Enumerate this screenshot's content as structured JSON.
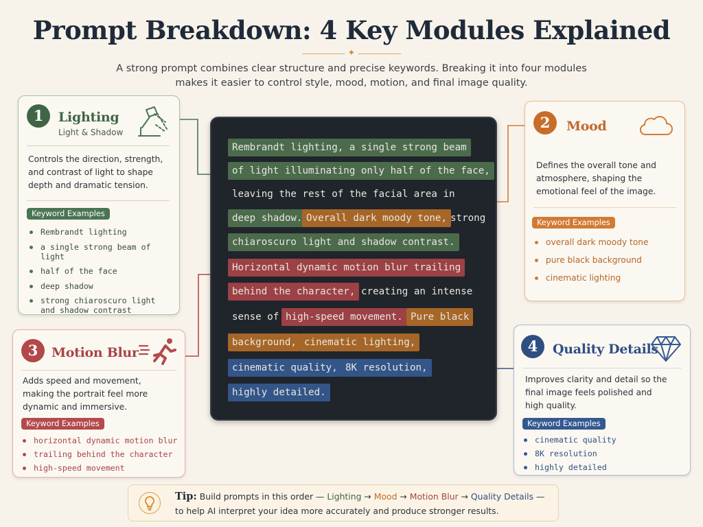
{
  "title": "Prompt Breakdown: 4 Key Modules Explained",
  "subtitle": "A strong prompt combines clear structure and precise keywords. Breaking it into four modules makes it easier to control style, mood, motion, and final image quality.",
  "modules": {
    "lighting": {
      "number": "1",
      "title": "Lighting",
      "subtitle": "Light & Shadow",
      "icon": "desk-lamp-icon",
      "color": "#3f6545",
      "description": "Controls the direction, strength, and contrast of light to shape depth and dramatic tension.",
      "badge": "Keyword Examples",
      "keywords": [
        "Rembrandt lighting",
        "a single strong beam of light",
        "half of the face",
        "deep shadow",
        "strong chiaroscuro light and shadow contrast"
      ]
    },
    "mood": {
      "number": "2",
      "title": "Mood",
      "icon": "cloud-icon",
      "color": "#c76d2a",
      "description": "Defines the overall tone and atmosphere, shaping the emotional feel of the image.",
      "badge": "Keyword Examples",
      "keywords": [
        "overall dark moody tone",
        "pure black background",
        "cinematic lighting"
      ]
    },
    "motion": {
      "number": "3",
      "title": "Motion Blur",
      "icon": "running-figure-icon",
      "color": "#b2484a",
      "description": "Adds speed and movement, making the portrait feel more dynamic and immersive.",
      "badge": "Keyword Examples",
      "keywords": [
        "horizontal dynamic motion blur",
        "trailing behind the character",
        "high-speed movement"
      ]
    },
    "quality": {
      "number": "4",
      "title": "Quality Details",
      "icon": "diamond-icon",
      "color": "#2f4f82",
      "description": "Improves clarity and detail so the final image feels polished and high quality.",
      "badge": "Keyword Examples",
      "keywords": [
        "cinematic quality",
        "8K resolution",
        "highly detailed"
      ]
    }
  },
  "prompt_segments": [
    {
      "text": "Rembrandt lighting, a single strong beam",
      "module": "lighting"
    },
    {
      "text": "of light illuminating only half of the face,",
      "module": "lighting"
    },
    {
      "text": "leaving the rest of the facial area in",
      "module": "plain"
    },
    {
      "text": "deep shadow.",
      "module": "lighting"
    },
    {
      "text": "Overall dark moody tone,",
      "module": "mood"
    },
    {
      "text": "strong",
      "module": "plain"
    },
    {
      "text": "chiaroscuro light and shadow contrast.",
      "module": "lighting"
    },
    {
      "text": "Horizontal dynamic motion blur trailing",
      "module": "motion"
    },
    {
      "text": "behind the character,",
      "module": "motion"
    },
    {
      "text": "creating an intense",
      "module": "plain"
    },
    {
      "text": "sense of",
      "module": "plain"
    },
    {
      "text": "high-speed movement.",
      "module": "motion"
    },
    {
      "text": "Pure black",
      "module": "mood"
    },
    {
      "text": "background,",
      "module": "mood"
    },
    {
      "text": "cinematic lighting,",
      "module": "mood"
    },
    {
      "text": "cinematic quality,",
      "module": "quality"
    },
    {
      "text": "8K resolution,",
      "module": "quality"
    },
    {
      "text": "highly detailed.",
      "module": "quality"
    }
  ],
  "tip": {
    "label": "Tip:",
    "intro": "Build prompts in this order —",
    "order": [
      "Lighting",
      "Mood",
      "Motion Blur",
      "Quality Details"
    ],
    "arrow": "→",
    "dash": "—",
    "line2": "to help AI interpret your idea more accurately and produce stronger results.",
    "icon": "lightbulb-icon"
  }
}
